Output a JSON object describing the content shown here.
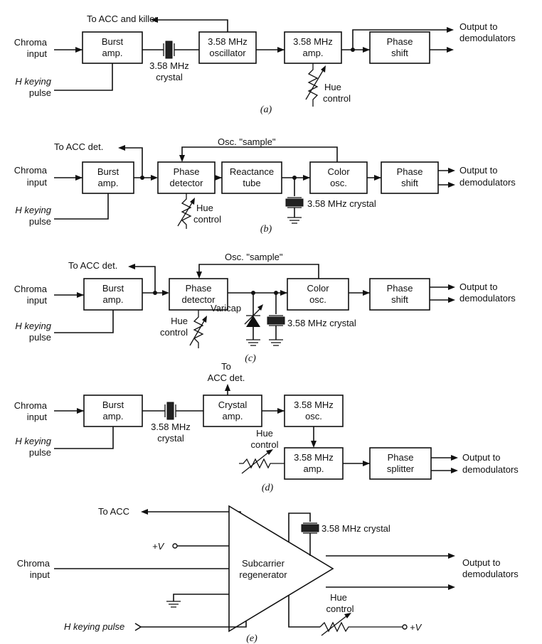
{
  "a": {
    "chroma_input": [
      "Chroma",
      "input"
    ],
    "h_keying": [
      "H keying",
      "pulse"
    ],
    "burst_amp": [
      "Burst",
      "amp."
    ],
    "crystal": [
      "3.58 MHz",
      "crystal"
    ],
    "oscillator": [
      "3.58 MHz",
      "oscillator"
    ],
    "amp": [
      "3.58 MHz",
      "amp."
    ],
    "phase_shift": [
      "Phase",
      "shift"
    ],
    "to_acc": "To ACC and killer",
    "hue_control": [
      "Hue",
      "control"
    ],
    "output": [
      "Output to",
      "demodulators"
    ],
    "caption": "(a)"
  },
  "b": {
    "chroma_input": [
      "Chroma",
      "input"
    ],
    "h_keying": [
      "H keying",
      "pulse"
    ],
    "burst_amp": [
      "Burst",
      "amp."
    ],
    "to_acc": "To ACC det.",
    "sample": "Osc. \"sample\"",
    "phase_detector": [
      "Phase",
      "detector"
    ],
    "reactance_tube": [
      "Reactance",
      "tube"
    ],
    "color_osc": [
      "Color",
      "osc."
    ],
    "phase_shift": [
      "Phase",
      "shift"
    ],
    "crystal": "3.58 MHz crystal",
    "hue_control": [
      "Hue",
      "control"
    ],
    "output": [
      "Output to",
      "demodulators"
    ],
    "caption": "(b)"
  },
  "c": {
    "chroma_input": [
      "Chroma",
      "input"
    ],
    "h_keying": [
      "H keying",
      "pulse"
    ],
    "burst_amp": [
      "Burst",
      "amp."
    ],
    "to_acc": "To ACC det.",
    "sample": "Osc. \"sample\"",
    "phase_detector": [
      "Phase",
      "detector"
    ],
    "color_osc": [
      "Color",
      "osc."
    ],
    "phase_shift": [
      "Phase",
      "shift"
    ],
    "varicap": "Varicap",
    "crystal": "3.58 MHz crystal",
    "hue_control": [
      "Hue",
      "control"
    ],
    "output": [
      "Output to",
      "demodulators"
    ],
    "caption": "(c)"
  },
  "d": {
    "chroma_input": [
      "Chroma",
      "input"
    ],
    "h_keying": [
      "H keying",
      "pulse"
    ],
    "burst_amp": [
      "Burst",
      "amp."
    ],
    "crystal": [
      "3.58 MHz",
      "crystal"
    ],
    "to_acc": [
      "To",
      "ACC det."
    ],
    "crystal_amp": [
      "Crystal",
      "amp."
    ],
    "osc": [
      "3.58 MHz",
      "osc."
    ],
    "hue_control": [
      "Hue",
      "control"
    ],
    "amp": [
      "3.58 MHz",
      "amp."
    ],
    "phase_splitter": [
      "Phase",
      "splitter"
    ],
    "output": [
      "Output to",
      "demodulators"
    ],
    "caption": "(d)"
  },
  "e": {
    "to_acc": "To ACC",
    "plus_v_top": "+V",
    "crystal": "3.58 MHz crystal",
    "chroma_input": [
      "Chroma",
      "input"
    ],
    "regenerator": [
      "Subcarrier",
      "regenerator"
    ],
    "output": [
      "Output to",
      "demodulators"
    ],
    "hue_control": [
      "Hue",
      "control"
    ],
    "h_keying": "H keying pulse",
    "plus_v_bottom": "+V",
    "caption": "(e)"
  }
}
